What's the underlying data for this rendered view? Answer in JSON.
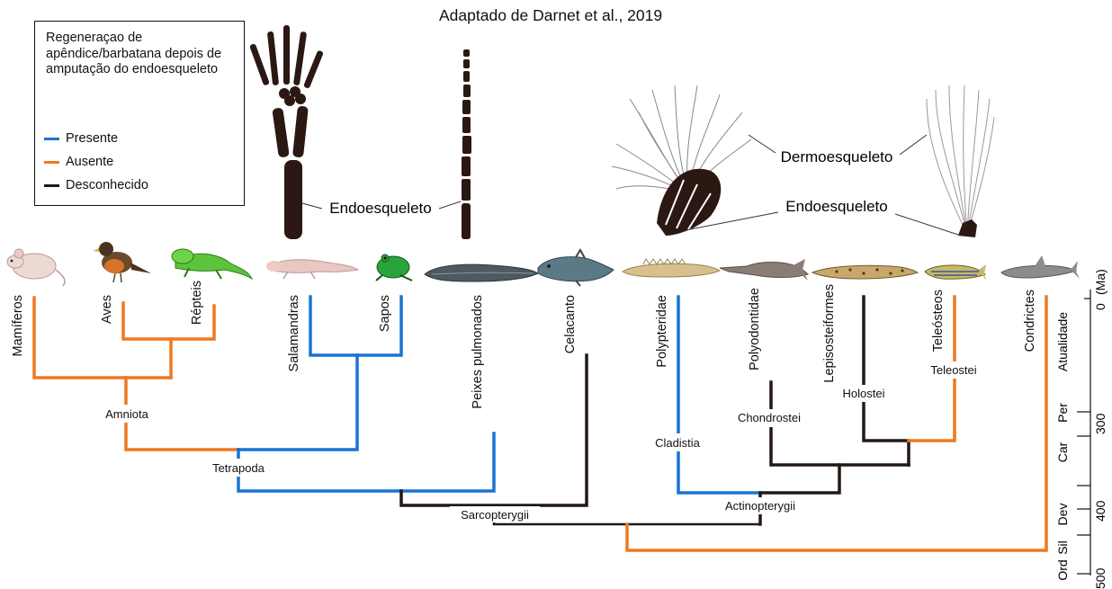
{
  "title": "Adaptado de Darnet et al., 2019",
  "legend": {
    "title": "Regeneraçao de apêndice/barbatana depois de amputação do endoesqueleto",
    "items": [
      {
        "label": "Presente",
        "color": "#1a74d2"
      },
      {
        "label": "Ausente",
        "color": "#f07820"
      },
      {
        "label": "Desconhecido",
        "color": "#231815"
      }
    ]
  },
  "structures": {
    "endo_left": "Endoesqueleto",
    "endo_right": "Endoesqueleto",
    "dermo": "Dermoesqueleto"
  },
  "taxa": [
    {
      "label": "Mamíferos",
      "status": "Ausente",
      "icon": "mouse-icon"
    },
    {
      "label": "Aves",
      "status": "Ausente",
      "icon": "bird-icon"
    },
    {
      "label": "Répteis",
      "status": "Ausente",
      "icon": "lizard-icon"
    },
    {
      "label": "Salamandras",
      "status": "Presente",
      "icon": "salamander-icon"
    },
    {
      "label": "Sapos",
      "status": "Presente",
      "icon": "frog-icon"
    },
    {
      "label": "Peixes pulmonados",
      "status": "Presente",
      "icon": "lungfish-icon"
    },
    {
      "label": "Celacanto",
      "status": "Desconhecido",
      "icon": "coelacanth-icon"
    },
    {
      "label": "Polypteridae",
      "status": "Presente",
      "icon": "bichir-icon"
    },
    {
      "label": "Polyodontidae",
      "status": "Desconhecido",
      "icon": "paddlefish-icon"
    },
    {
      "label": "Lepisosteiformes",
      "status": "Desconhecido",
      "icon": "gar-icon"
    },
    {
      "label": "Teleósteos",
      "status": "Ausente",
      "icon": "zebrafish-icon"
    },
    {
      "label": "Condrictes",
      "status": "Ausente",
      "icon": "shark-icon"
    }
  ],
  "clades": {
    "amniota": "Amniota",
    "tetrapoda": "Tetrapoda",
    "sarcopterygii": "Sarcopterygii",
    "cladistia": "Cladistia",
    "chondrostei": "Chondrostei",
    "holostei": "Holostei",
    "teleostei": "Teleostei",
    "actinopterygii": "Actinopterygii"
  },
  "timescale": {
    "axis_label": "(Ma)",
    "ticks": [
      "0",
      "300",
      "400",
      "500"
    ],
    "periods": [
      "Atualidade",
      "Per",
      "Car",
      "Dev",
      "Sil",
      "Ord"
    ]
  }
}
